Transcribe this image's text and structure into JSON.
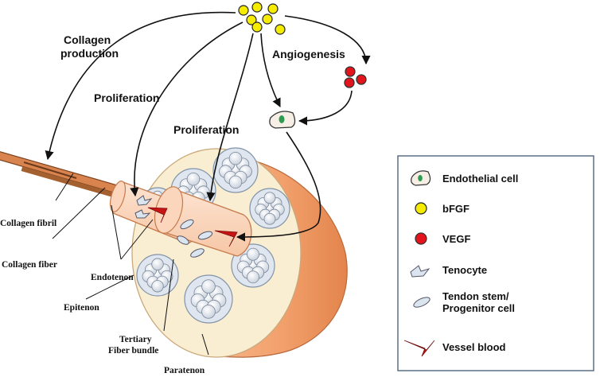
{
  "arrows": {
    "collagen_production": [
      "Collagen",
      "production"
    ],
    "proliferation_1": "Proliferation",
    "proliferation_2": "Proliferation",
    "angiogenesis": "Angiogenesis"
  },
  "structure_labels": {
    "collagen_fibril": "Collagen fibril",
    "collagen_fiber": "Collagen fiber",
    "endotenon": "Endotenon",
    "epitenon": "Epitenon",
    "tertiary_fiber_bundle": [
      "Tertiary",
      "Fiber bundle"
    ],
    "paratenon": "Paratenon"
  },
  "legend": {
    "endothelial_cell": "Endothelial cell",
    "bfgf": "bFGF",
    "vegf": "VEGF",
    "tenocyte": "Tenocyte",
    "tendon_stem": [
      "Tendon stem/",
      "Progenitor cell"
    ],
    "vessel_blood": "Vessel blood"
  },
  "colors": {
    "bfgf": "#f5ec00",
    "vegf": "#e3141b",
    "sheath": "#f3a674",
    "bundle_fill": "#f9eed2",
    "fascicle_fill": "#dfe6ef",
    "legend_border": "#5a6f86"
  }
}
